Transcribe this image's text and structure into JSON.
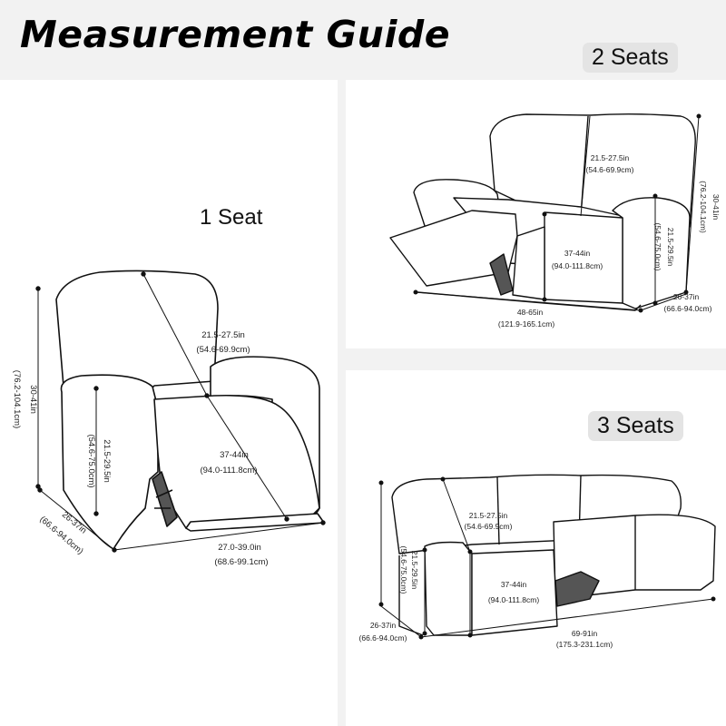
{
  "title": "Measurement Guide",
  "sections": {
    "one_seat": {
      "label": "1 Seat",
      "back_height": "21.5-27.5in",
      "back_height_cm": "(54.6-69.9cm)",
      "seat_depth": "37-44in",
      "seat_depth_cm": "(94.0-111.8cm)",
      "seat_height": "21.5-29.5in",
      "seat_height_cm": "(54.6-75.0cm)",
      "total_height": "30-41in",
      "total_height_cm": "(76.2-104.1cm)",
      "depth": "26-37in",
      "depth_cm": "(66.6-94.0cm)",
      "width": "27.0-39.0in",
      "width_cm": "(68.6-99.1cm)"
    },
    "two_seats": {
      "label": "2 Seats",
      "back_height": "21.5-27.5in",
      "back_height_cm": "(54.6-69.9cm)",
      "seat_depth": "37-44in",
      "seat_depth_cm": "(94.0-111.8cm)",
      "seat_height": "21.5-29.5in",
      "seat_height_cm": "(54.6-75.0cm)",
      "total_height": "30-41in",
      "total_height_cm": "(76.2-104.1cm)",
      "depth": "26-37in",
      "depth_cm": "(66.6-94.0cm)",
      "width": "48-65in",
      "width_cm": "(121.9-165.1cm)"
    },
    "three_seats": {
      "label": "3 Seats",
      "back_height": "21.5-27.5in",
      "back_height_cm": "(54.6-69.9cm)",
      "seat_depth": "37-44in",
      "seat_depth_cm": "(94.0-111.8cm)",
      "seat_height": "21.5-29.5in",
      "seat_height_cm": "(54.6-75.0cm)",
      "depth": "26-37in",
      "depth_cm": "(66.6-94.0cm)",
      "width": "69-91in",
      "width_cm": "(175.3-231.1cm)"
    }
  },
  "colors": {
    "background": "#f2f2f2",
    "panel": "#ffffff",
    "pill": "#e4e4e4",
    "line": "#111111"
  }
}
